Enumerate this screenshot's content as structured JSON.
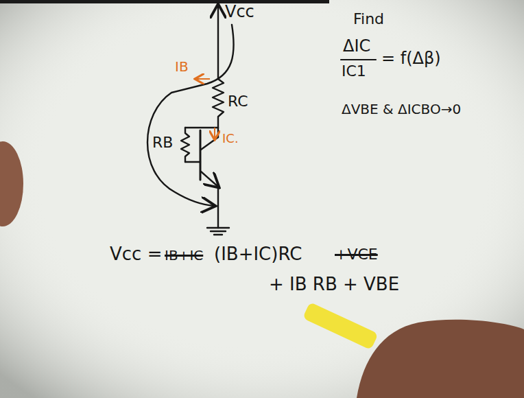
{
  "diagram": {
    "labels": [
      "Vcc",
      "IB",
      "RC",
      "IC.",
      "RB",
      "Find",
      "ΔIC",
      "IC1",
      "= f(Δβ)",
      "ΔVBE & ΔICBO→0",
      "Vcc =",
      "IB+IC",
      "(IB+IC)RC",
      "+VCE",
      "+ IB RB + VBE"
    ]
  }
}
